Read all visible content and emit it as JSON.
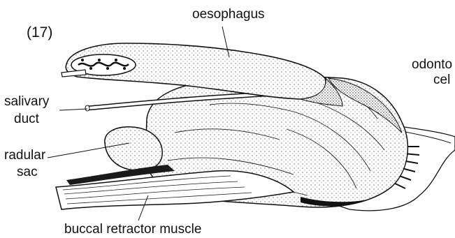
{
  "figure": {
    "number": "(17)",
    "labels": {
      "oesophagus": "oesophagus",
      "odonto_line1": "odonto",
      "odonto_line2": "cel",
      "salivary_line1": "salivary",
      "salivary_line2": "duct",
      "radular_line1": "radular",
      "radular_line2": "sac",
      "buccal": "buccal retractor muscle"
    }
  },
  "colors": {
    "ink": "#111111",
    "paper": "#ffffff",
    "shade": "#dcdcdc"
  }
}
